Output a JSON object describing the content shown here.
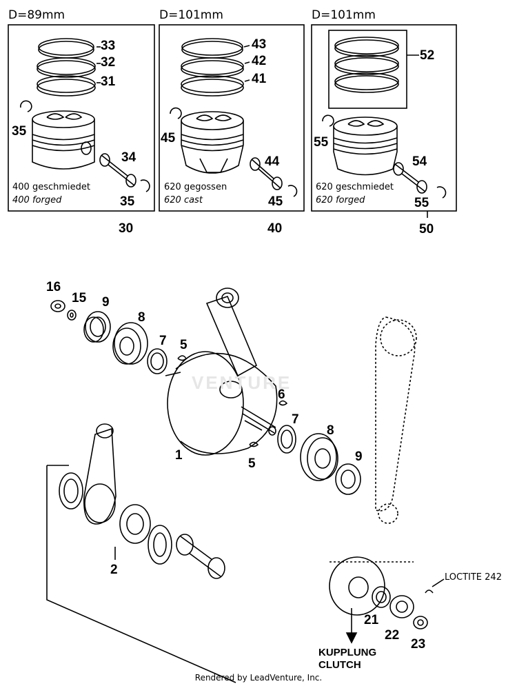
{
  "groups": [
    {
      "diameter": "D=89mm",
      "rings": [
        "33",
        "32",
        "31"
      ],
      "clip": "35",
      "pin": "34",
      "clip2": "35",
      "desc_de": "400 geschmiedet",
      "desc_en": "400 forged",
      "assembly": "30"
    },
    {
      "diameter": "D=101mm",
      "rings": [
        "43",
        "42",
        "41"
      ],
      "clip": "45",
      "pin": "44",
      "clip2": "45",
      "desc_de": "620 gegossen",
      "desc_en": "620 cast",
      "assembly": "40"
    },
    {
      "diameter": "D=101mm",
      "rings": [
        "52"
      ],
      "clip": "55",
      "pin": "54",
      "clip2": "55",
      "desc_de": "620 geschmiedet",
      "desc_en": "620 forged",
      "assembly": "50"
    }
  ],
  "parts": {
    "p16": "16",
    "p15": "15",
    "p9a": "9",
    "p8a": "8",
    "p7a": "7",
    "p5a": "5",
    "p6": "6",
    "p7b": "7",
    "p8b": "8",
    "p9b": "9",
    "p5b": "5",
    "p1": "1",
    "p2": "2",
    "p21": "21",
    "p22": "22",
    "p23": "23"
  },
  "loctite": "LOCTITE 242",
  "clutch_de": "KUPPLUNG",
  "clutch_en": "CLUTCH",
  "watermark": "VENTURE",
  "footer": "Rendered by LeadVenture, Inc."
}
